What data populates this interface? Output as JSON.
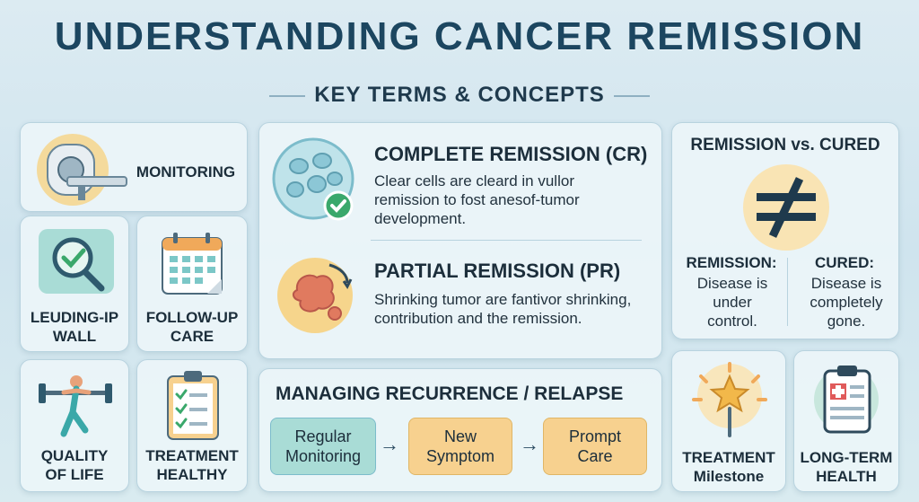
{
  "header": {
    "title": "UNDERSTANDING CANCER REMISSION",
    "subtitle": "KEY TERMS & CONCEPTS"
  },
  "left": {
    "monitoring": "MONITORING",
    "leuding_wall": "LEUDING-IP\nWALL",
    "follow_up": "FOLLOW-UP\nCARE",
    "quality": "QUALITY\nOF LIFE",
    "treatment_healthy": "TREATMENT\nHEALTHY"
  },
  "center": {
    "cr_title": "COMPLETE REMISSION (CR)",
    "cr_text": "Clear cells are cleard in vullor remission to fost anesof-tumor development.",
    "pr_title": "PARTIAL REMISSION (PR)",
    "pr_text": "Shrinking tumor are fantivor shrinking, contribution and the remission."
  },
  "recurrence": {
    "title": "MANAGING RECURRENCE / RELAPSE",
    "steps": [
      "Regular\nMonitoring",
      "New\nSymptom",
      "Prompt\nCare"
    ]
  },
  "comparison": {
    "title": "REMISSION vs. CURED",
    "remission_label": "REMISSION:",
    "remission_text": "Disease is under control.",
    "cured_label": "CURED:",
    "cured_text": "Disease is completely gone."
  },
  "right_tiles": {
    "milestone": "TREATMENT\nMilestone",
    "long_term": "LONG-TERM\nHEALTH"
  },
  "colors": {
    "title": "#1c4660",
    "teal": "#7cc7c7",
    "orange": "#f7d18f",
    "green_check": "#3aa86b",
    "tumor": "#e07a5f"
  }
}
